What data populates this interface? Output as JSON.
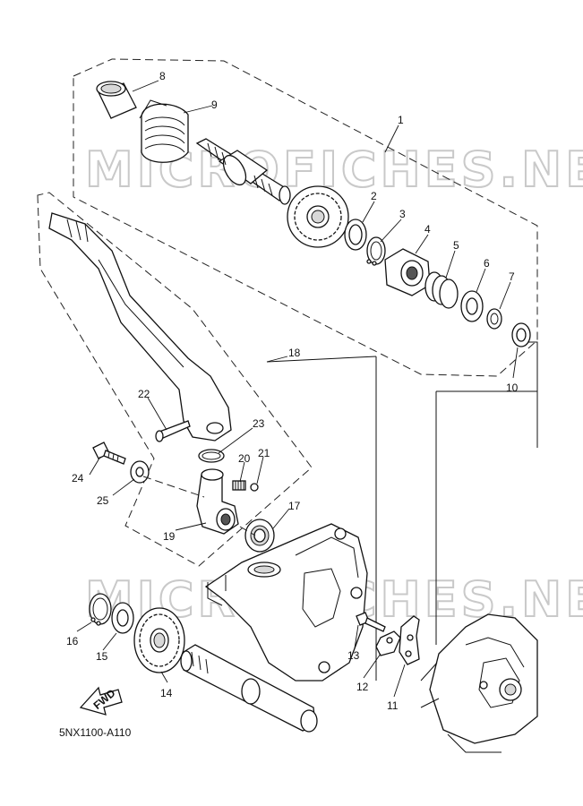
{
  "diagram": {
    "code": "5NX1100-A110",
    "fwd_label": "FWD",
    "watermark": "MICROFICHES.NET",
    "callouts": [
      {
        "id": "1",
        "label": "1"
      },
      {
        "id": "2",
        "label": "2"
      },
      {
        "id": "3",
        "label": "3"
      },
      {
        "id": "4",
        "label": "4"
      },
      {
        "id": "5",
        "label": "5"
      },
      {
        "id": "6",
        "label": "6"
      },
      {
        "id": "7",
        "label": "7"
      },
      {
        "id": "8",
        "label": "8"
      },
      {
        "id": "9",
        "label": "9"
      },
      {
        "id": "10",
        "label": "10"
      },
      {
        "id": "11",
        "label": "11"
      },
      {
        "id": "12",
        "label": "12"
      },
      {
        "id": "13",
        "label": "13"
      },
      {
        "id": "14",
        "label": "14"
      },
      {
        "id": "15",
        "label": "15"
      },
      {
        "id": "16",
        "label": "16"
      },
      {
        "id": "17",
        "label": "17"
      },
      {
        "id": "18",
        "label": "18"
      },
      {
        "id": "19",
        "label": "19"
      },
      {
        "id": "20",
        "label": "20"
      },
      {
        "id": "21",
        "label": "21"
      },
      {
        "id": "22",
        "label": "22"
      },
      {
        "id": "23",
        "label": "23"
      },
      {
        "id": "24",
        "label": "24"
      },
      {
        "id": "25",
        "label": "25"
      }
    ]
  }
}
